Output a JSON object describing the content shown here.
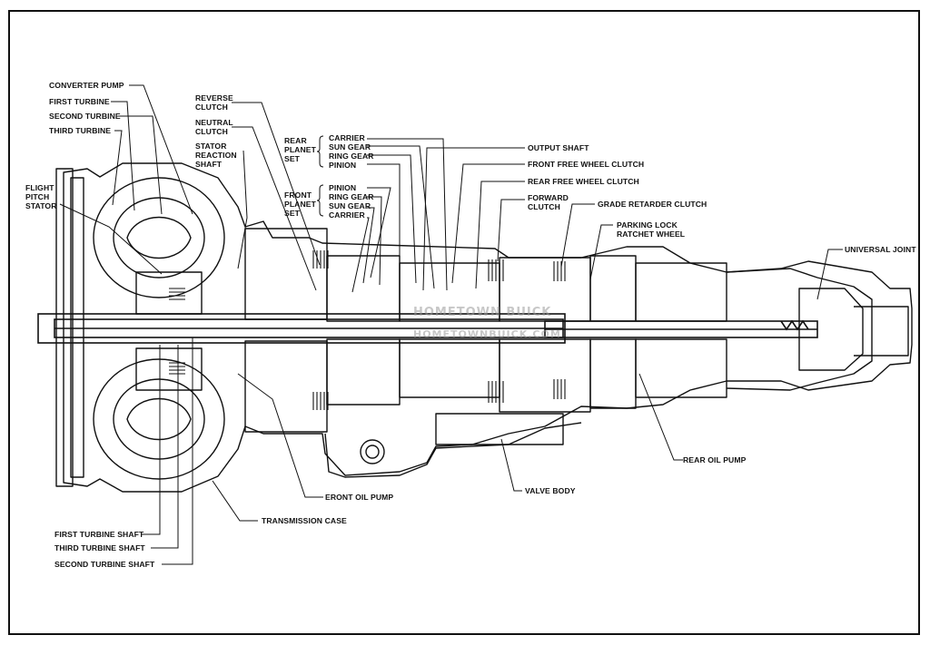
{
  "labels": {
    "converter_pump": "CONVERTER PUMP",
    "first_turbine": "FIRST TURBINE",
    "second_turbine": "SECOND TURBINE",
    "third_turbine": "THIRD TURBINE",
    "flight_pitch_stator": [
      "FLIGHT",
      "PITCH",
      "STATOR"
    ],
    "reverse_clutch": [
      "REVERSE",
      "CLUTCH"
    ],
    "neutral_clutch": [
      "NEUTRAL",
      "CLUTCH"
    ],
    "stator_reaction_shaft": [
      "STATOR",
      "REACTION",
      "SHAFT"
    ],
    "rear_planet_set": [
      "REAR",
      "PLANET",
      "SET"
    ],
    "rear_planet_parts": [
      "CARRIER",
      "SUN GEAR",
      "RING GEAR",
      "PINION"
    ],
    "front_planet_set": [
      "FRONT",
      "PLANET",
      "SET"
    ],
    "front_planet_parts": [
      "PINION",
      "RING GEAR",
      "SUN GEAR",
      "CARRIER"
    ],
    "output_shaft": "OUTPUT SHAFT",
    "front_free_wheel_clutch": "FRONT FREE WHEEL CLUTCH",
    "rear_free_wheel_clutch": "REAR FREE WHEEL CLUTCH",
    "forward_clutch": [
      "FORWARD",
      "CLUTCH"
    ],
    "grade_retarder_clutch": "GRADE RETARDER CLUTCH",
    "parking_lock_ratchet_wheel": [
      "PARKING LOCK",
      "RATCHET WHEEL"
    ],
    "universal_joint": "UNIVERSAL JOINT",
    "rear_oil_pump": "REAR OIL PUMP",
    "valve_body": "VALVE BODY",
    "front_oil_pump": "ERONT OIL PUMP",
    "transmission_case": "TRANSMISSION CASE",
    "first_turbine_shaft": "FIRST TURBINE SHAFT",
    "third_turbine_shaft": "THIRD TURBINE SHAFT",
    "second_turbine_shaft": "SECOND TURBINE SHAFT"
  },
  "watermark": [
    "HOMETOWN BUICK",
    "HOMETOWNBUICK.COM"
  ],
  "colors": {
    "ink": "#111111",
    "paper": "#ffffff",
    "watermark": "#9a9a9a"
  }
}
